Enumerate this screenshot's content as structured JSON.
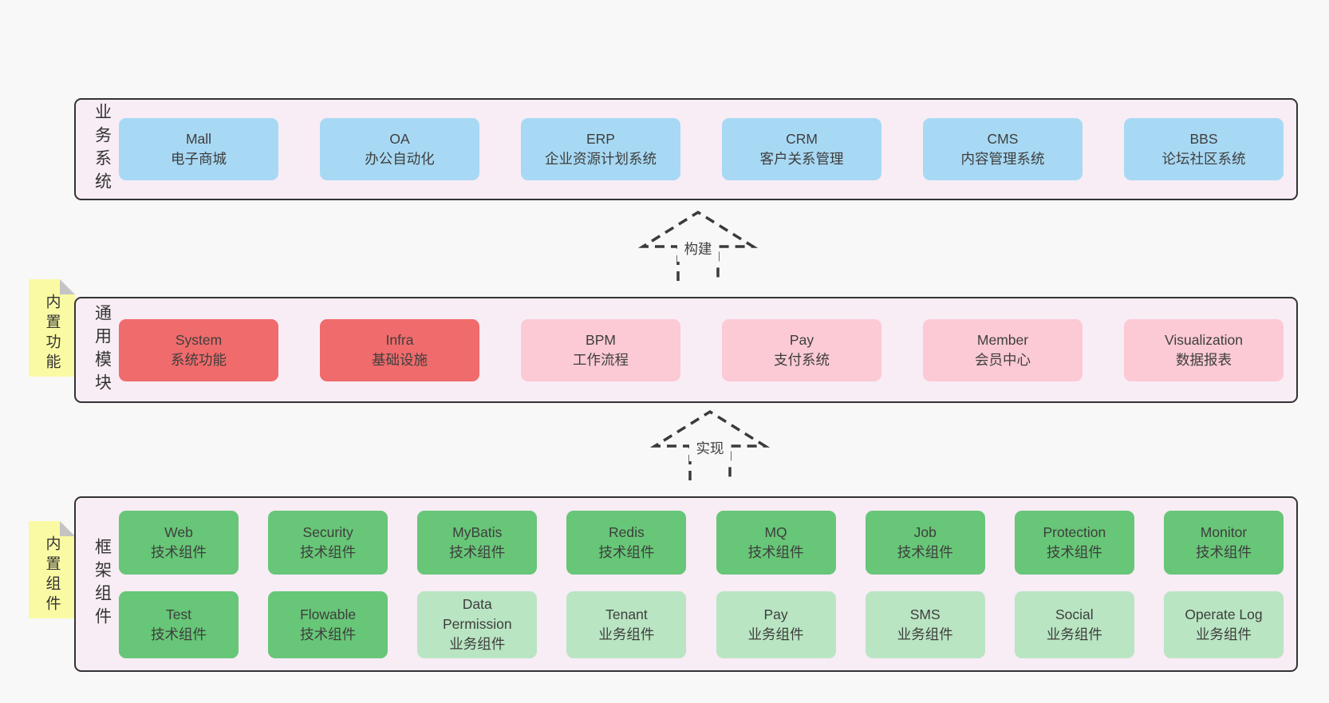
{
  "layers": {
    "business": {
      "label": "业务系统",
      "boxes": [
        {
          "title": "Mall",
          "subtitle": "电子商城",
          "type": "blue"
        },
        {
          "title": "OA",
          "subtitle": "办公自动化",
          "type": "blue"
        },
        {
          "title": "ERP",
          "subtitle": "企业资源计划系统",
          "type": "blue"
        },
        {
          "title": "CRM",
          "subtitle": "客户关系管理",
          "type": "blue"
        },
        {
          "title": "CMS",
          "subtitle": "内容管理系统",
          "type": "blue"
        },
        {
          "title": "BBS",
          "subtitle": "论坛社区系统",
          "type": "blue"
        }
      ]
    },
    "modules": {
      "label": "通用模块",
      "sticky": "内置功能",
      "boxes": [
        {
          "title": "System",
          "subtitle": "系统功能",
          "type": "red"
        },
        {
          "title": "Infra",
          "subtitle": "基础设施",
          "type": "red"
        },
        {
          "title": "BPM",
          "subtitle": "工作流程",
          "type": "pink"
        },
        {
          "title": "Pay",
          "subtitle": "支付系统",
          "type": "pink"
        },
        {
          "title": "Member",
          "subtitle": "会员中心",
          "type": "pink"
        },
        {
          "title": "Visualization",
          "subtitle": "数据报表",
          "type": "pink"
        }
      ]
    },
    "framework": {
      "label": "框架组件",
      "sticky": "内置组件",
      "rows": [
        [
          {
            "title": "Web",
            "subtitle": "技术组件",
            "type": "green"
          },
          {
            "title": "Security",
            "subtitle": "技术组件",
            "type": "green"
          },
          {
            "title": "MyBatis",
            "subtitle": "技术组件",
            "type": "green"
          },
          {
            "title": "Redis",
            "subtitle": "技术组件",
            "type": "green"
          },
          {
            "title": "MQ",
            "subtitle": "技术组件",
            "type": "green"
          },
          {
            "title": "Job",
            "subtitle": "技术组件",
            "type": "green"
          },
          {
            "title": "Protection",
            "subtitle": "技术组件",
            "type": "green"
          },
          {
            "title": "Monitor",
            "subtitle": "技术组件",
            "type": "green"
          }
        ],
        [
          {
            "title": "Test",
            "subtitle": "技术组件",
            "type": "green"
          },
          {
            "title": "Flowable",
            "subtitle": "技术组件",
            "type": "green"
          },
          {
            "title": "Data Permission",
            "subtitle": "业务组件",
            "type": "green-light"
          },
          {
            "title": "Tenant",
            "subtitle": "业务组件",
            "type": "green-light"
          },
          {
            "title": "Pay",
            "subtitle": "业务组件",
            "type": "green-light"
          },
          {
            "title": "SMS",
            "subtitle": "业务组件",
            "type": "green-light"
          },
          {
            "title": "Social",
            "subtitle": "业务组件",
            "type": "green-light"
          },
          {
            "title": "Operate Log",
            "subtitle": "业务组件",
            "type": "green-light"
          }
        ]
      ]
    }
  },
  "arrows": [
    {
      "label": "构建"
    },
    {
      "label": "实现"
    }
  ],
  "colors": {
    "background": "#f8f8f8",
    "container_fill": "#f8ecf5",
    "border": "#333333",
    "blue": "#a8d9f4",
    "red": "#f06b6b",
    "pink": "#fbcad4",
    "green": "#67c677",
    "green_light": "#b9e5c2",
    "sticky": "#fafaa4"
  }
}
